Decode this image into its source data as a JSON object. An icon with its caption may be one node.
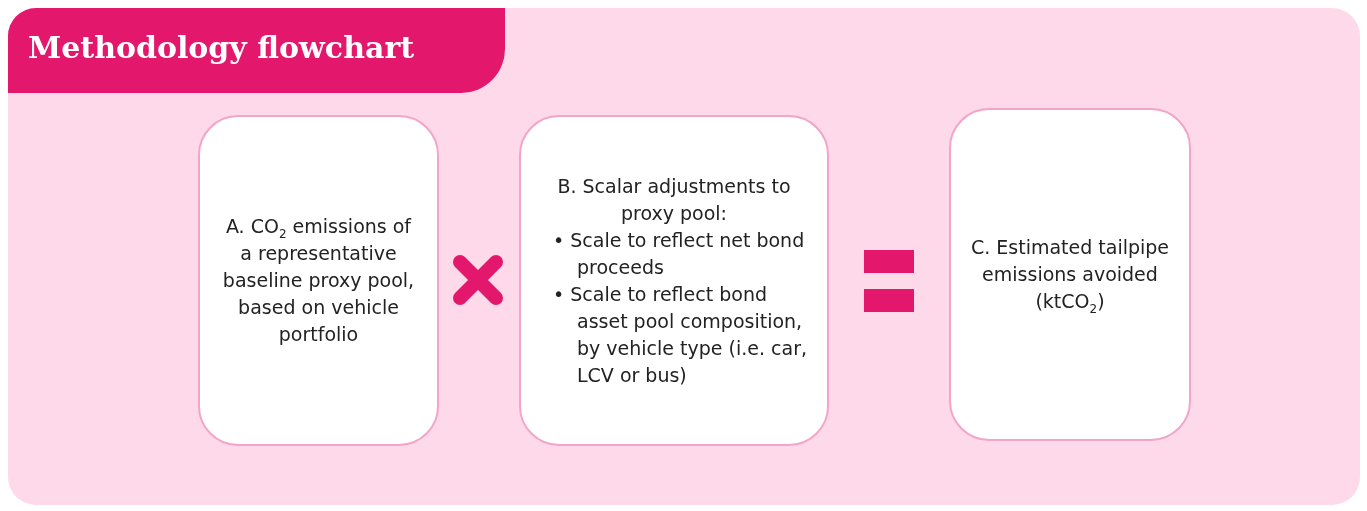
{
  "diagram": {
    "title": "Methodology flowchart",
    "nodes": [
      {
        "text": [
          "A. CO$_{2}$ emissions of a representative baseline proxy pool, based on vehicle portfolio"
        ]
      },
      {
        "text": [
          "B. Scalar adjustments to proxy pool:",
          "• Scale to reflect net bond proceeds",
          "• Scale to reflect bond asset pool composition, by vehicle type (i.e. car, LCV or bus)"
        ]
      },
      {
        "text": [
          "C. Estimated tailpipe emissions avoided (ktCO$_{2}$)"
        ]
      }
    ]
  }
}
